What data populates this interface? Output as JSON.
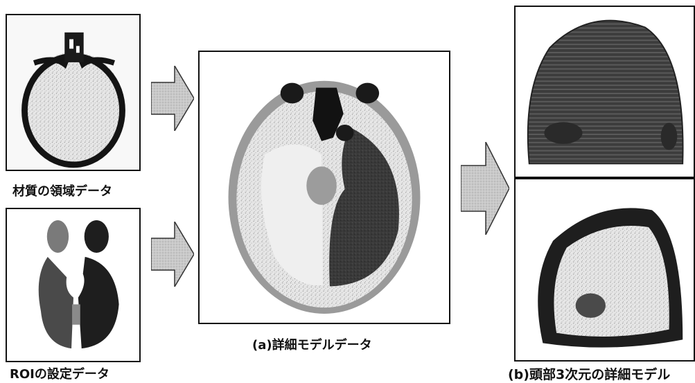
{
  "captions": {
    "material_region": "材質の領域データ",
    "roi_setting": "ROIの設定データ",
    "detail_model": "(a)詳細モデルデータ",
    "head_3d_model": "(b)頭部3次元の詳細モデル"
  },
  "colors": {
    "border": "#111111",
    "arrow_fill": "#c8c8c8",
    "bone": "#141414",
    "soft_tissue": "#d9d9d9",
    "roi_light": "#7a7a7a",
    "roi_dark": "#1e1e1e"
  }
}
